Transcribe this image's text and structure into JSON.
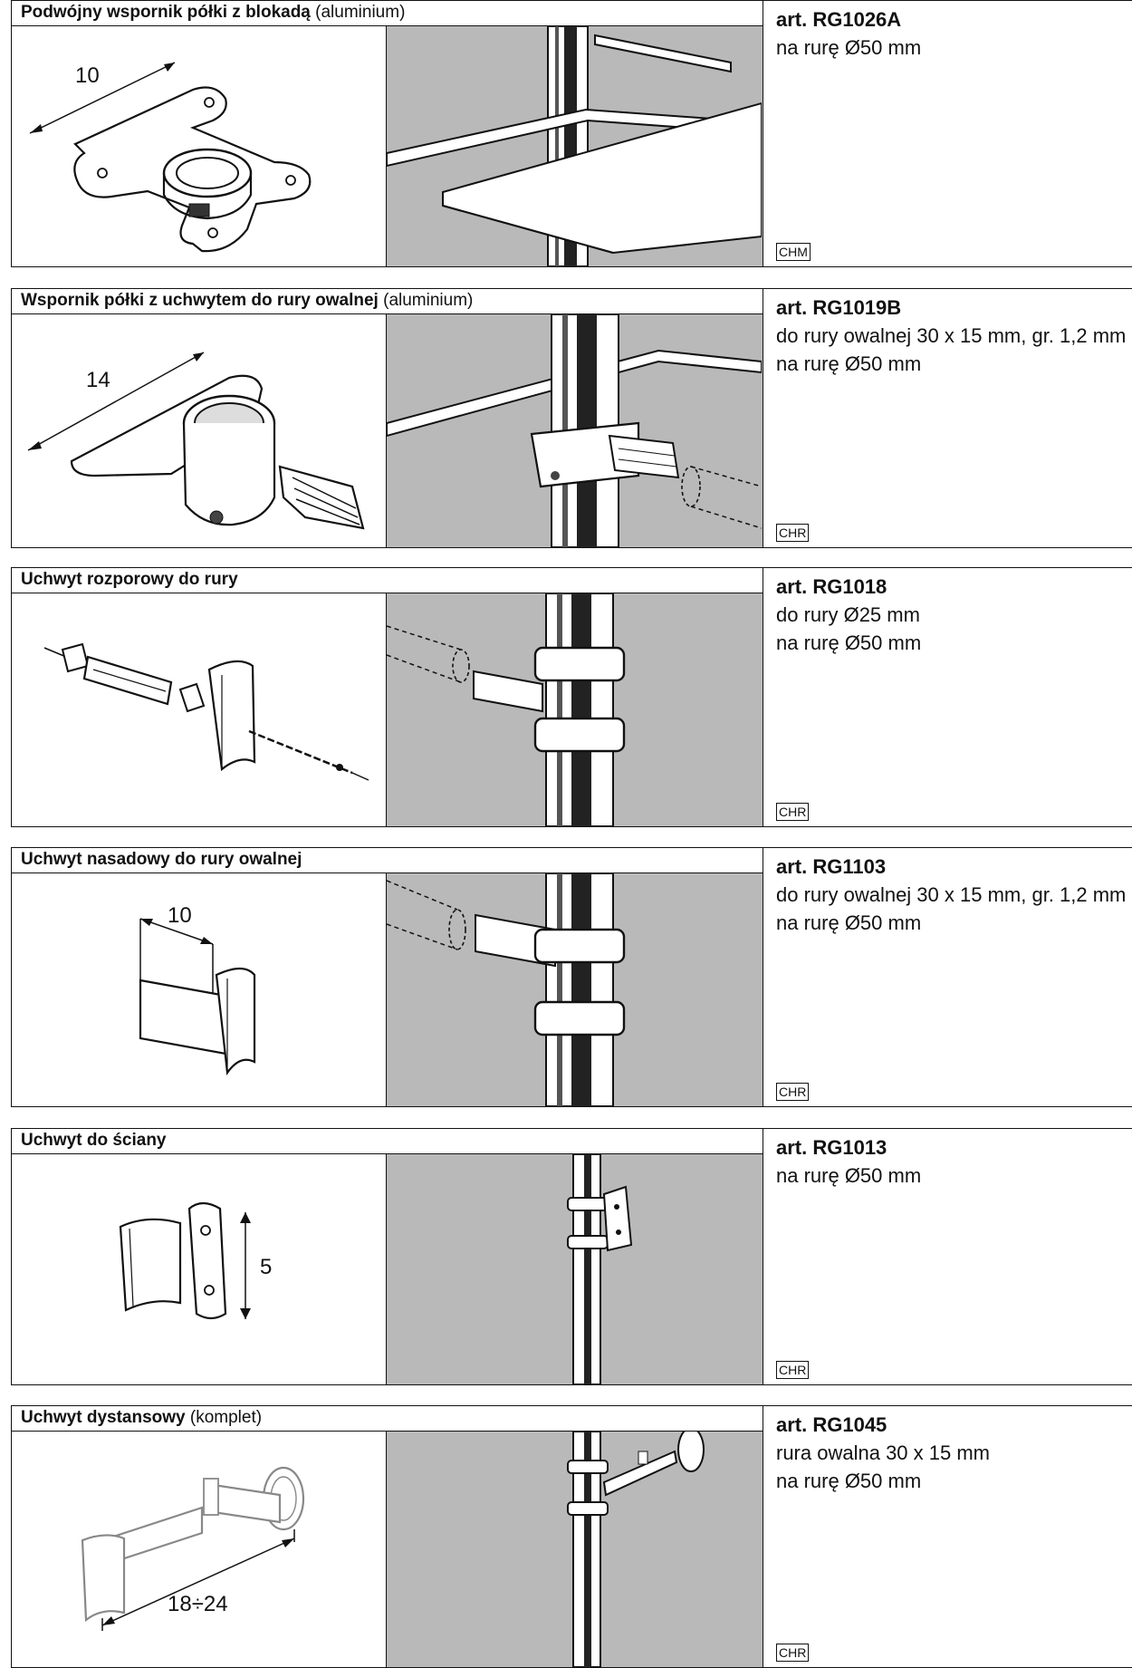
{
  "products": [
    {
      "title": "Podwójny wspornik półki z blokadą",
      "title_note": "(aluminium)",
      "art": "art. RG1026A",
      "specs": [
        "na rurę Ø50 mm"
      ],
      "badge": "CHM",
      "dimension": "10"
    },
    {
      "title": "Wspornik półki z uchwytem do rury owalnej",
      "title_note": "(aluminium)",
      "art": "art. RG1019B",
      "specs": [
        "do rury owalnej 30 x 15 mm, gr. 1,2 mm",
        "na rurę Ø50 mm"
      ],
      "badge": "CHR",
      "dimension": "14"
    },
    {
      "title": "Uchwyt rozporowy do rury",
      "title_note": "",
      "art": "art. RG1018",
      "specs": [
        "do rury Ø25 mm",
        "na rurę Ø50 mm"
      ],
      "badge": "CHR",
      "dimension": ""
    },
    {
      "title": "Uchwyt nasadowy do rury owalnej",
      "title_note": "",
      "art": "art. RG1103",
      "specs": [
        "do rury owalnej 30 x 15 mm, gr. 1,2 mm",
        "na rurę Ø50 mm"
      ],
      "badge": "CHR",
      "dimension": "10"
    },
    {
      "title": "Uchwyt do ściany",
      "title_note": "",
      "art": "art. RG1013",
      "specs": [
        "na rurę Ø50 mm"
      ],
      "badge": "CHR",
      "dimension": "5"
    },
    {
      "title": "Uchwyt dystansowy",
      "title_note": "(komplet)",
      "art": "art. RG1045",
      "specs": [
        "rura owalna 30 x 15 mm",
        "na rurę Ø50 mm"
      ],
      "badge": "CHR",
      "dimension": "18÷24"
    }
  ]
}
